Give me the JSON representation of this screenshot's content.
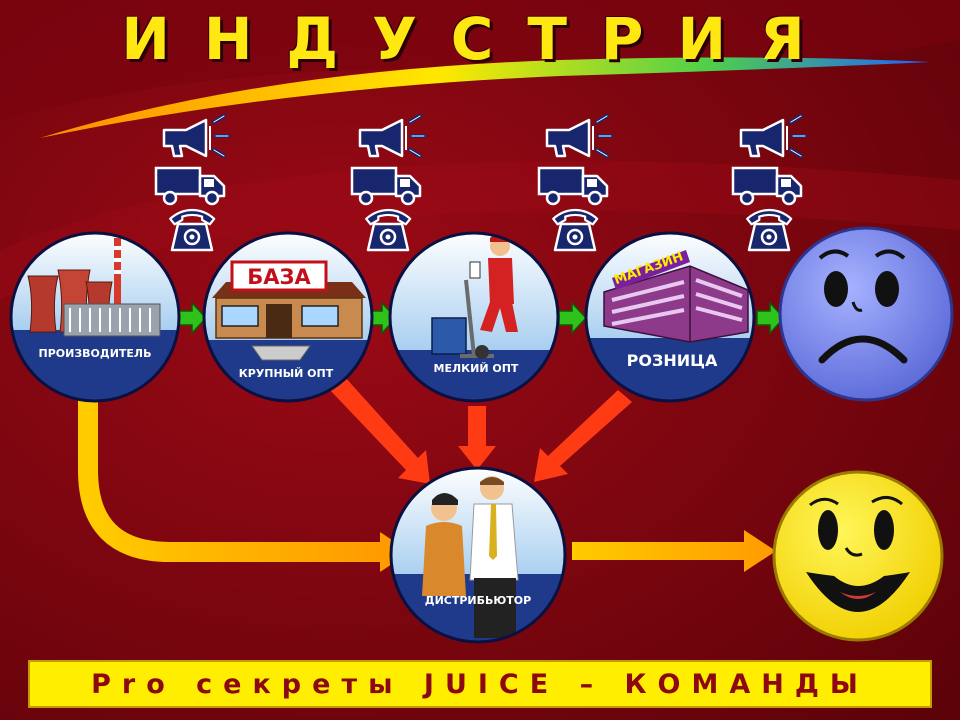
{
  "header": {
    "title": "ИНДУСТРИЯ"
  },
  "nodes": {
    "producer": {
      "label": "ПРОИЗВОДИТЕЛЬ",
      "icon": "factory-icon"
    },
    "wholesale": {
      "label": "КРУПНЫЙ ОПТ",
      "sign": "БАЗА",
      "icon": "warehouse-icon"
    },
    "small_wholesale": {
      "label": "МЕЛКИЙ ОПТ",
      "icon": "worker-with-cart-icon"
    },
    "retail": {
      "label": "РОЗНИЦА",
      "sign": "МАГАЗИН",
      "icon": "store-building-icon"
    },
    "distributor": {
      "label": "ДИСТРИБЬЮТОР",
      "icon": "two-people-icon"
    },
    "sad_customer": {
      "icon": "sad-face-icon"
    },
    "happy_customer": {
      "icon": "happy-face-icon"
    }
  },
  "channel_icons": [
    "megaphone-icon",
    "truck-icon",
    "telephone-icon"
  ],
  "footer": {
    "text": "Pro секреты JUICE – КОМАНДЫ"
  },
  "colors": {
    "background": "#8a0612",
    "title": "#ffe812",
    "footer_bg": "#ffee00",
    "footer_text": "#8c0914",
    "icon_navy": "#18266e",
    "arrow_green": "#2fc21a",
    "arrow_red": "#ff3b14",
    "arrow_yellow": "#ffb400",
    "sad_face": "#7f8ee8",
    "happy_face": "#ffe600"
  }
}
